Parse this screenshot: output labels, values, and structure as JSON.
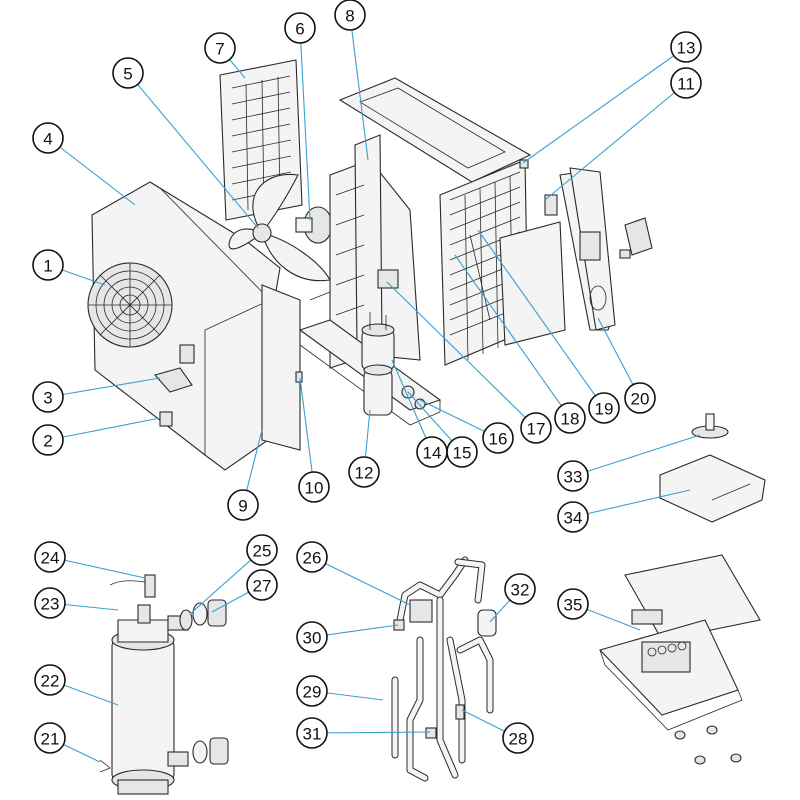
{
  "callouts": [
    {
      "label": "1"
    },
    {
      "label": "2"
    },
    {
      "label": "3"
    },
    {
      "label": "4"
    },
    {
      "label": "5"
    },
    {
      "label": "6"
    },
    {
      "label": "7"
    },
    {
      "label": "8"
    },
    {
      "label": "9"
    },
    {
      "label": "10"
    },
    {
      "label": "11"
    },
    {
      "label": "12"
    },
    {
      "label": "13"
    },
    {
      "label": "14"
    },
    {
      "label": "15"
    },
    {
      "label": "16"
    },
    {
      "label": "17"
    },
    {
      "label": "18"
    },
    {
      "label": "19"
    },
    {
      "label": "20"
    },
    {
      "label": "21"
    },
    {
      "label": "22"
    },
    {
      "label": "23"
    },
    {
      "label": "24"
    },
    {
      "label": "25"
    },
    {
      "label": "26"
    },
    {
      "label": "27"
    },
    {
      "label": "28"
    },
    {
      "label": "29"
    },
    {
      "label": "30"
    },
    {
      "label": "31"
    },
    {
      "label": "32"
    },
    {
      "label": "33"
    },
    {
      "label": "34"
    },
    {
      "label": "35"
    }
  ],
  "colors": {
    "leader": "#3aa0d0",
    "line": "#2a2a2a",
    "background": "#ffffff"
  }
}
